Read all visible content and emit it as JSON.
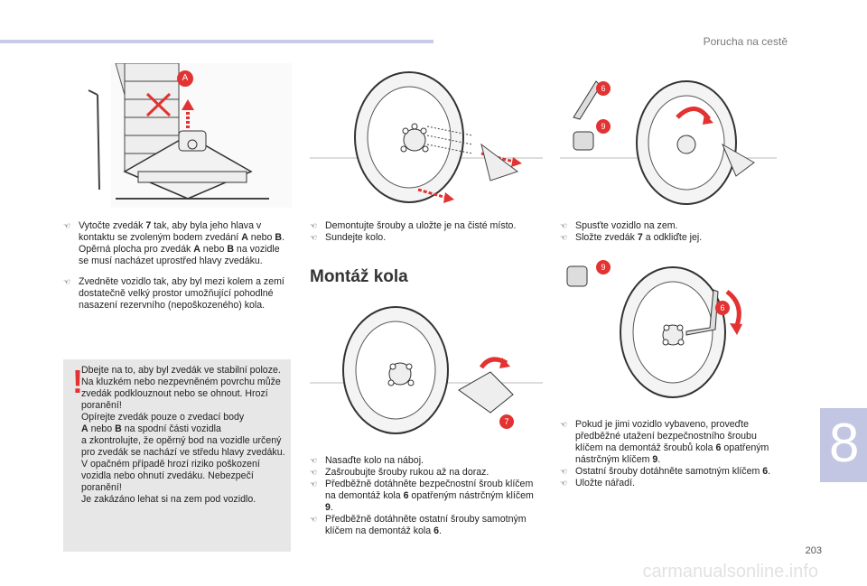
{
  "header": {
    "title": "Porucha na cestě"
  },
  "chapter": {
    "number": "8"
  },
  "page_number": "203",
  "watermark": "carmanualsonline.info",
  "col1": {
    "p1": {
      "a": "Vytočte zvedák ",
      "b": "7",
      "c": " tak, aby byla jeho hlava v kontaktu se zvoleným bodem zvedání ",
      "d": "A",
      "e": " nebo ",
      "f": "B",
      "g": ". Opěrná plocha pro zvedák ",
      "h": "A",
      "i": " nebo ",
      "j": "B",
      "k": " na vozidle se musí nacházet uprostřed hlavy zvedáku."
    },
    "p2": "Zvedněte vozidlo tak, aby byl mezi kolem a zemí dostatečně velký prostor umožňující pohodlné nasazení rezervního (nepoškozeného) kola."
  },
  "warning": {
    "icon": "!",
    "l1": "Dbejte na to, aby byl zvedák ve stabilní poloze. Na kluzkém nebo nezpevněném povrchu může zvedák podklouznout nebo se ohnout. Hrozí poranění!",
    "l2": "Opírejte zvedák pouze o zvedací body",
    "l3a": "A",
    "l3b": " nebo ",
    "l3c": "B",
    "l3d": " na spodní části vozidla",
    "l4": "a zkontrolujte, že opěrný bod na vozidle určený pro zvedák se nachází ve středu hlavy zvedáku. V opačném případě hrozí riziko poškození vozidla nebo ohnutí zvedáku. Nebezpečí poranění!",
    "l5": "Je zakázáno lehat si na zem pod vozidlo."
  },
  "col2": {
    "b1": "Demontujte šrouby a uložte je na čisté místo.",
    "b2": "Sundejte kolo.",
    "section_title": "Montáž kola",
    "m1": "Nasaďte kolo na náboj.",
    "m2": "Zašroubujte šrouby rukou až na doraz.",
    "m3a": "Předběžně dotáhněte bezpečnostní šroub klíčem na demontáž kola ",
    "m3b": "6",
    "m3c": " opatřeným nástrčným klíčem ",
    "m3d": "9",
    "m3e": ".",
    "m4a": "Předběžně dotáhněte ostatní šrouby samotným klíčem na demontáž kola ",
    "m4b": "6",
    "m4c": "."
  },
  "col3": {
    "b1": "Spusťte vozidlo na zem.",
    "b2a": "Složte zvedák ",
    "b2b": "7",
    "b2c": " a odkliďte jej.",
    "c1a": "Pokud je jimi vozidlo vybaveno, proveďte předběžné utažení bezpečnostního šroubu klíčem na demontáž šroubů kola ",
    "c1b": "6",
    "c1c": " opatřeným nástrčným klíčem ",
    "c1d": "9",
    "c1e": ".",
    "c2a": "Ostatní šrouby dotáhněte samotným klíčem ",
    "c2b": "6",
    "c2c": ".",
    "c3": "Uložte nářadí."
  },
  "figure_labels": {
    "fig1": "A",
    "fig3_a": "6",
    "fig3_b": "9",
    "fig4": "7",
    "fig5_a": "9",
    "fig5_b": "6"
  },
  "bullet_glyph": "",
  "colors": {
    "accent_red": "#e23232",
    "tab_blue": "#c2c6e2",
    "box_gray": "#e7e7e7"
  }
}
